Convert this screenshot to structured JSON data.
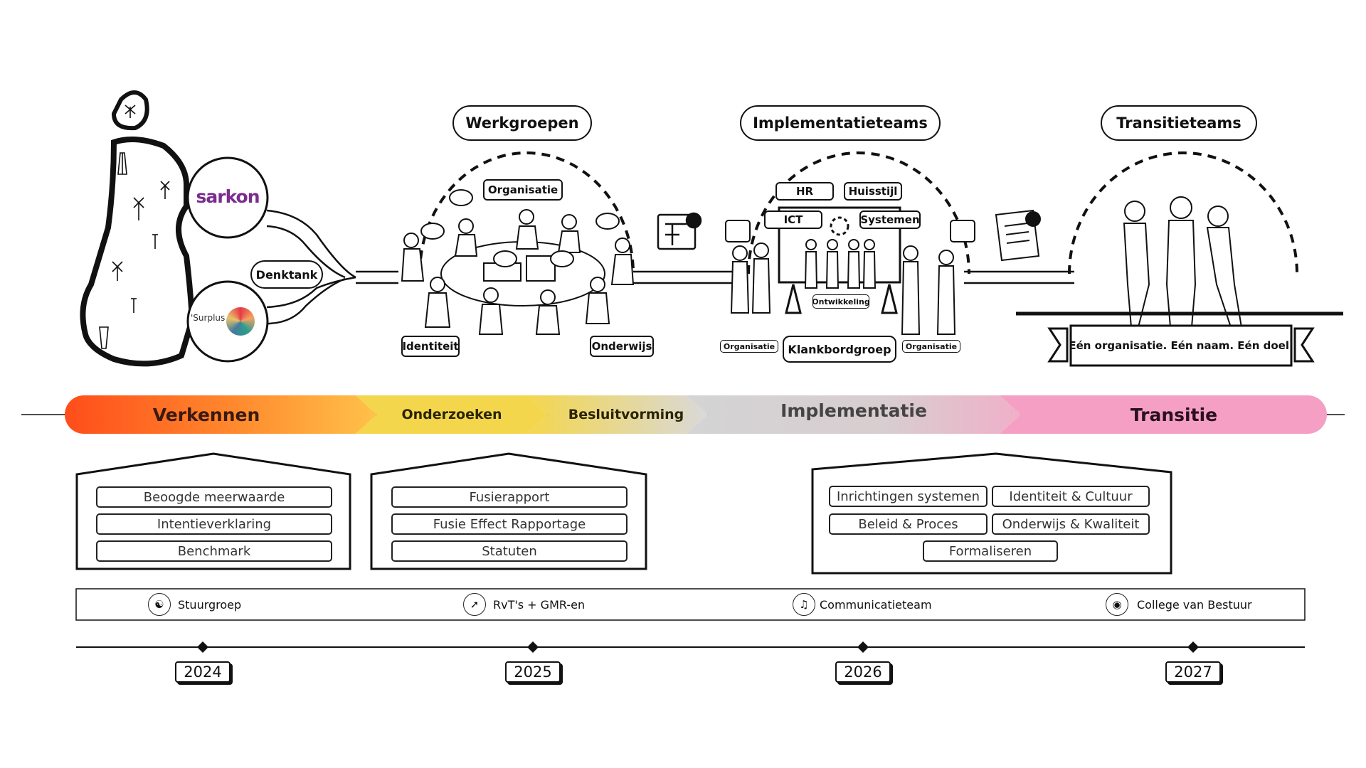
{
  "logos": {
    "sarkon": "sarkon",
    "surplus": "'Surplus"
  },
  "denktank": "Denktank",
  "stages": {
    "werkgroepen": {
      "title": "Werkgroepen",
      "tags": [
        "Organisatie",
        "Identiteit",
        "Onderwijs"
      ]
    },
    "implementatieteams": {
      "title": "Implementatieteams",
      "tags": [
        "HR",
        "Huisstijl",
        "ICT",
        "Systemen",
        "Ontwikkeling",
        "Klankbordgroep",
        "Organisatie",
        "Organisatie"
      ]
    },
    "transitieteams": {
      "title": "Transitieteams",
      "banner": "Eén organisatie. Eén naam. Eén doel."
    }
  },
  "phases": [
    "Verkennen",
    "Onderzoeken",
    "Besluitvorming",
    "Implementatie",
    "Transitie"
  ],
  "deliverables": {
    "verkennen": [
      "Beoogde meerwaarde",
      "Intentieverklaring",
      "Benchmark"
    ],
    "onderzoeken": [
      "Fusierapport",
      "Fusie Effect Rapportage",
      "Statuten"
    ],
    "implementatie": [
      "Inrichtingen systemen",
      "Identiteit & Cultuur",
      "Beleid & Proces",
      "Onderwijs & Kwaliteit",
      "Formaliseren"
    ]
  },
  "governance": [
    {
      "label": "Stuurgroep",
      "icon": "team-icon"
    },
    {
      "label": "RvT's + GMR-en",
      "icon": "compass-icon"
    },
    {
      "label": "Communicatieteam",
      "icon": "megaphone-icon"
    },
    {
      "label": "College van Bestuur",
      "icon": "eye-icon"
    }
  ],
  "years": [
    "2024",
    "2025",
    "2026",
    "2027"
  ],
  "colors": {
    "verkennen_start": "#ff4d1a",
    "verkennen_end": "#ffa23a",
    "onderzoeken": "#f4d64c",
    "besluitvorming_end": "#d9d9d9",
    "implementatie": "#d4d4d4",
    "implementatie_end": "#eeb7c9",
    "transitie": "#f59fc4",
    "sarkon_purple": "#7b2d8e",
    "sarkon_red": "#e0312d"
  }
}
